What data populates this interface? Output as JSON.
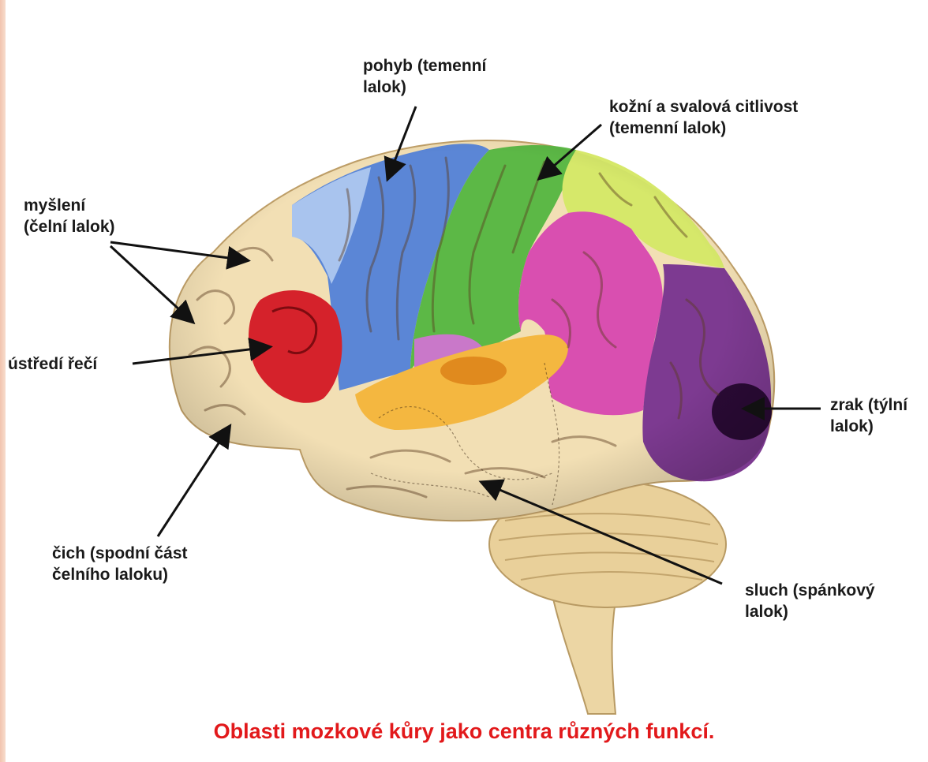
{
  "labels": {
    "pohyb": "pohyb (temenní\nlalok)",
    "kozni": "kožní a svalová citlivost\n(temenní lalok)",
    "mysleni": "myšlení\n(čelní lalok)",
    "reci": "ústředí řečí",
    "zrak": "zrak (týlní\nlalok)",
    "cich": "čich (spodní část\nčelního laloku)",
    "sluch": "sluch (spánkový\nlalok)"
  },
  "caption": "Oblasti mozkové kůry jako centra různých funkcí.",
  "colors": {
    "caption": "#e2191b",
    "frontal_base": "#f2dfb4",
    "motor_blue": "#5b86d6",
    "motor_light": "#a9c4ee",
    "somatosensory_green": "#5cb846",
    "parietal_light": "#d6e86a",
    "speech_red": "#d5222b",
    "temporal_orange": "#f4b740",
    "association_pink": "#d94fb0",
    "occipital_purple": "#7d3a91",
    "visual_dark": "#2a0a35",
    "cerebellum": "#e9d09a"
  },
  "icons": [
    "brain-illustration",
    "arrow-icon"
  ]
}
